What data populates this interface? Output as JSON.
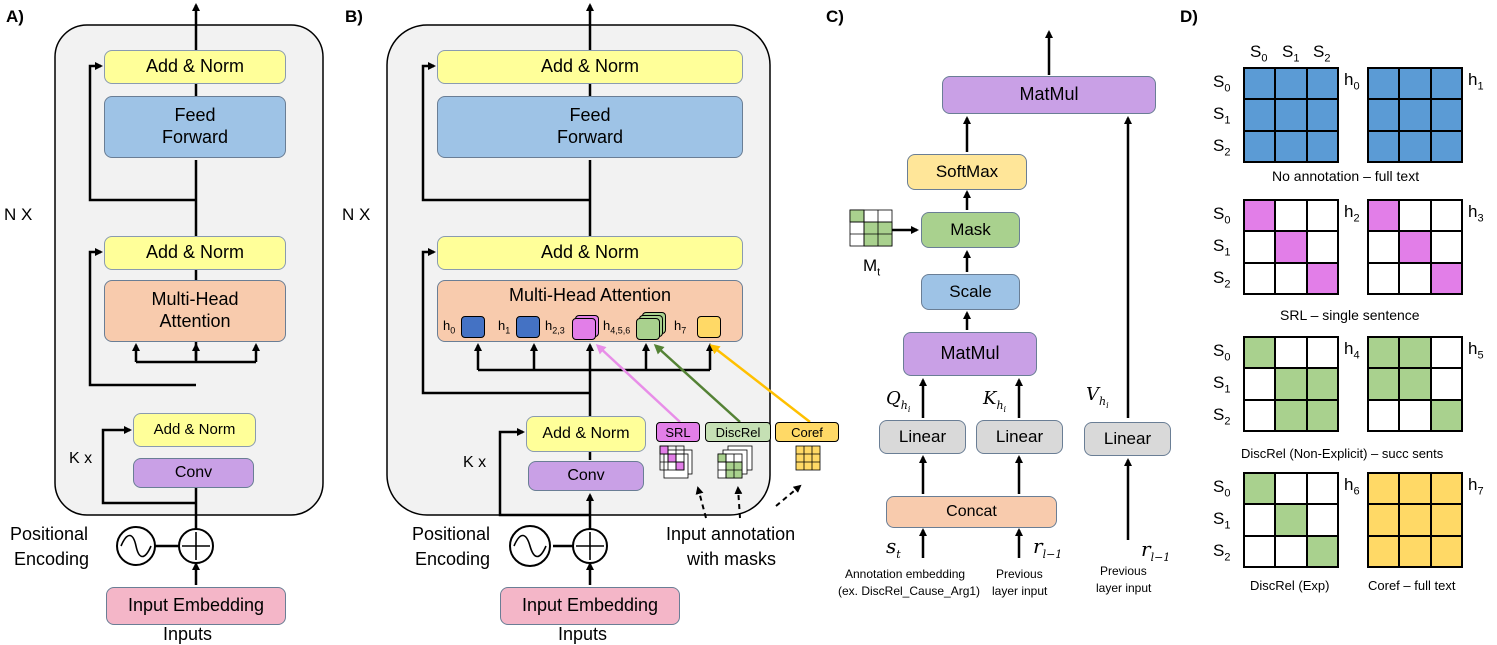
{
  "panels": {
    "a": "A)",
    "b": "B)",
    "c": "C)",
    "d": "D)"
  },
  "panel_a": {
    "add_norm_top": "Add & Norm",
    "feed_forward_1": "Feed",
    "feed_forward_2": "Forward",
    "add_norm_mid": "Add & Norm",
    "mha_1": "Multi-Head",
    "mha_2": "Attention",
    "add_norm_low": "Add & Norm",
    "conv": "Conv",
    "input_embedding": "Input Embedding",
    "inputs": "Inputs",
    "nx": "N X",
    "kx": "K x",
    "pos_enc_1": "Positional",
    "pos_enc_2": "Encoding"
  },
  "panel_b": {
    "add_norm_top": "Add & Norm",
    "feed_forward_1": "Feed",
    "feed_forward_2": "Forward",
    "add_norm_mid": "Add & Norm",
    "mha": "Multi-Head Attention",
    "heads": [
      "h",
      "h",
      "h",
      "h",
      "h"
    ],
    "head_subs": [
      "0",
      "1",
      "2,3",
      "4,5,6",
      "7"
    ],
    "add_norm_low": "Add & Norm",
    "conv": "Conv",
    "srl": "SRL",
    "discrel": "DiscRel",
    "coref": "Coref",
    "input_embedding": "Input Embedding",
    "inputs": "Inputs",
    "nx": "N X",
    "kx": "K x",
    "pos_enc_1": "Positional",
    "pos_enc_2": "Encoding",
    "annotation_1": "Input annotation",
    "annotation_2": "with masks"
  },
  "panel_c": {
    "matmul_top": "MatMul",
    "softmax": "SoftMax",
    "mask": "Mask",
    "mt": "M",
    "mt_sub": "t",
    "scale": "Scale",
    "matmul_mid": "MatMul",
    "q": "Q",
    "k": "K",
    "v": "V",
    "hi": "h",
    "i": "i",
    "linear": "Linear",
    "concat": "Concat",
    "st": "s",
    "st_sub": "t",
    "rl": "r",
    "rl_sub": "l−1",
    "annot_emb_1": "Annotation embedding",
    "annot_emb_2": "(ex. DiscRel_Cause_Arg1)",
    "prev_1": "Previous",
    "prev_2": "layer input"
  },
  "panel_d": {
    "s": "S",
    "h": "h",
    "sub": [
      "0",
      "1",
      "2"
    ],
    "head_subs": [
      "0",
      "1",
      "2",
      "3",
      "4",
      "5",
      "6",
      "7"
    ],
    "caption_1": "No annotation – full text",
    "caption_2": "SRL – single sentence",
    "caption_3": "DiscRel (Non-Explicit) – succ sents",
    "caption_4a": "DiscRel (Exp)",
    "caption_4b": "Coref – full text"
  },
  "colors": {
    "blue": "#5b9bd5",
    "purple": "#e27ee8",
    "green": "#a9d18e",
    "yellow": "#ffd966",
    "pink_arrow": "#e88ee8",
    "green_arrow": "#548235",
    "orange_arrow": "#ffc000"
  },
  "masks": {
    "h0": [
      [
        1,
        1,
        1
      ],
      [
        1,
        1,
        1
      ],
      [
        1,
        1,
        1
      ]
    ],
    "h1": [
      [
        1,
        1,
        1
      ],
      [
        1,
        1,
        1
      ],
      [
        1,
        1,
        1
      ]
    ],
    "h2": [
      [
        1,
        0,
        0
      ],
      [
        0,
        1,
        0
      ],
      [
        0,
        0,
        1
      ]
    ],
    "h3": [
      [
        1,
        0,
        0
      ],
      [
        0,
        1,
        0
      ],
      [
        0,
        0,
        1
      ]
    ],
    "h4": [
      [
        1,
        0,
        0
      ],
      [
        0,
        1,
        1
      ],
      [
        0,
        1,
        1
      ]
    ],
    "h5": [
      [
        1,
        1,
        0
      ],
      [
        1,
        1,
        0
      ],
      [
        0,
        0,
        1
      ]
    ],
    "h6": [
      [
        1,
        0,
        0
      ],
      [
        0,
        1,
        0
      ],
      [
        0,
        0,
        1
      ]
    ],
    "h7": [
      [
        1,
        1,
        1
      ],
      [
        1,
        1,
        1
      ],
      [
        1,
        1,
        1
      ]
    ]
  }
}
